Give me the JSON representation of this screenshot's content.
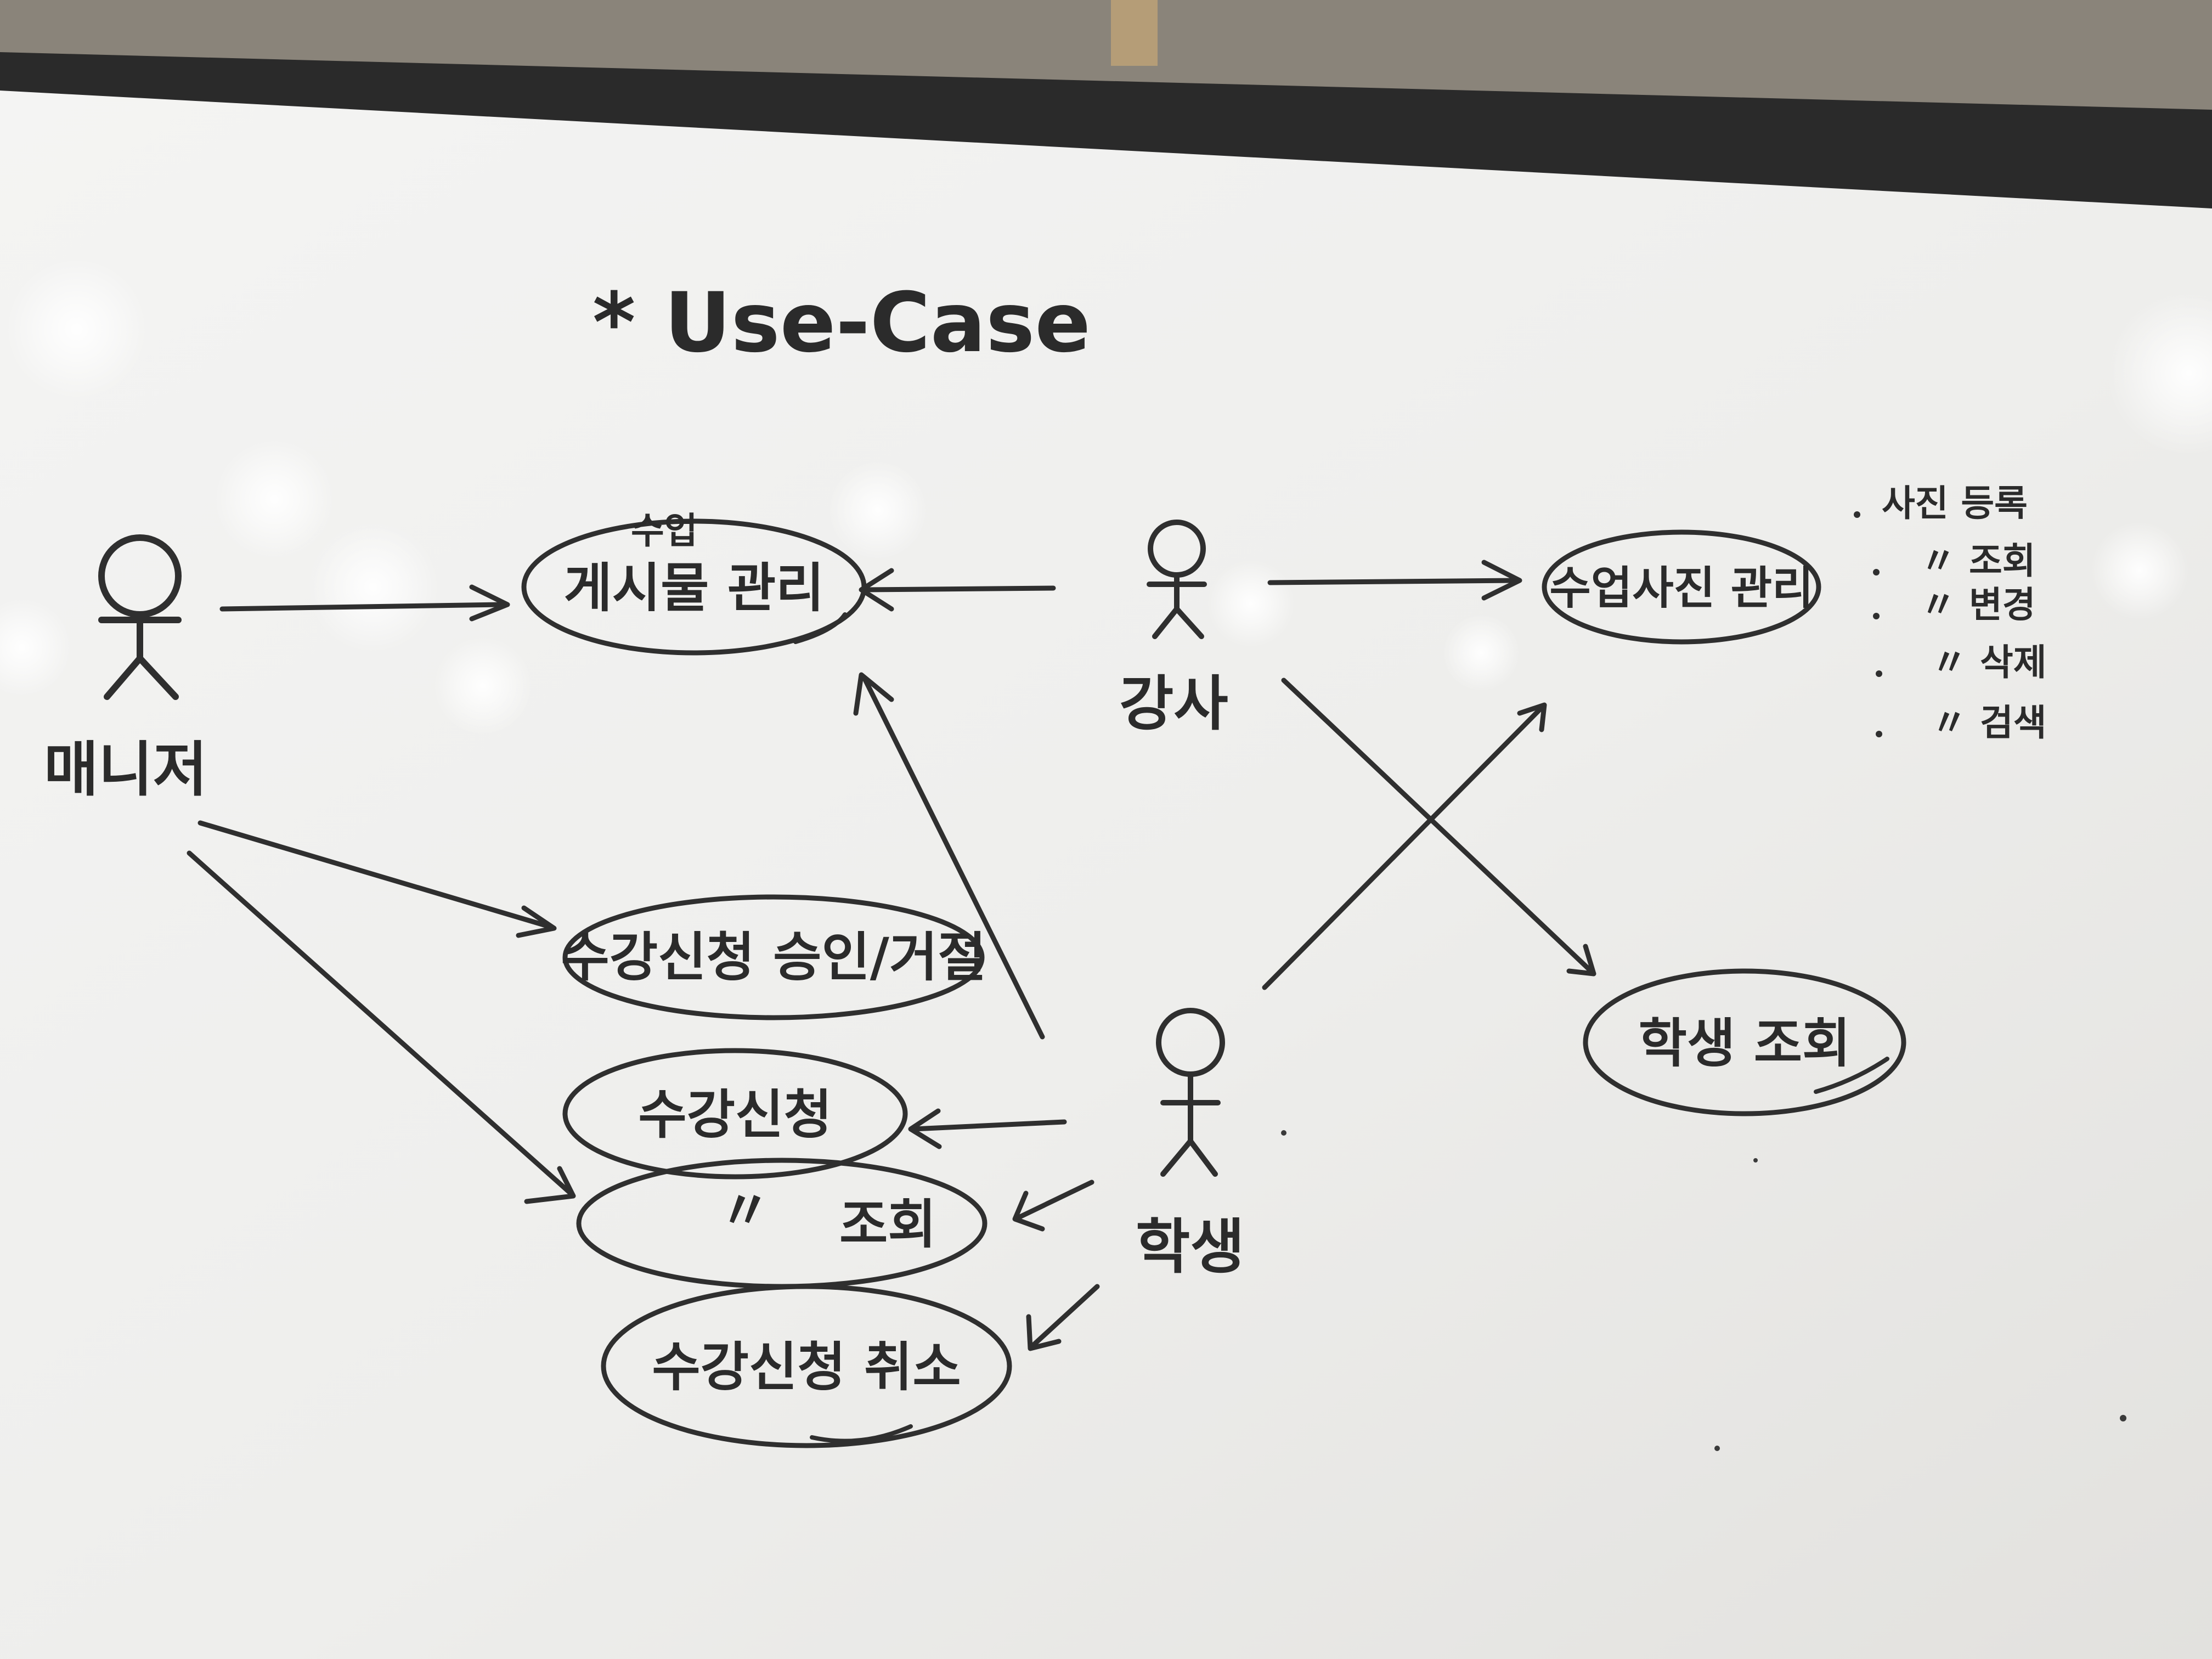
{
  "title": "* Use-Case",
  "actors": {
    "manager": {
      "label": "매니저"
    },
    "instructor": {
      "label": "강사"
    },
    "student": {
      "label": "학생"
    }
  },
  "use_cases": {
    "board_manage": {
      "prefix": "수업",
      "label": "게시물 관리"
    },
    "class_photo_manage": {
      "label": "수업사진 관리"
    },
    "enroll_approve_reject": {
      "label": "수강신청 승인/거절"
    },
    "enroll_apply": {
      "label": "수강신청"
    },
    "enroll_inquiry": {
      "ditto": "〃",
      "label": "조회"
    },
    "enroll_cancel": {
      "label": "수강신청 취소"
    },
    "student_inquiry": {
      "label": "학생 조회"
    }
  },
  "photo_notes": {
    "items": [
      "사진 등록",
      "〃 조회",
      "〃 변경",
      "〃 삭제",
      "〃 검색"
    ]
  },
  "colors": {
    "board": "#f2f2f1",
    "ink": "#2f2f2f",
    "frame": "#2a2a2a",
    "wall": "#8a847a"
  }
}
